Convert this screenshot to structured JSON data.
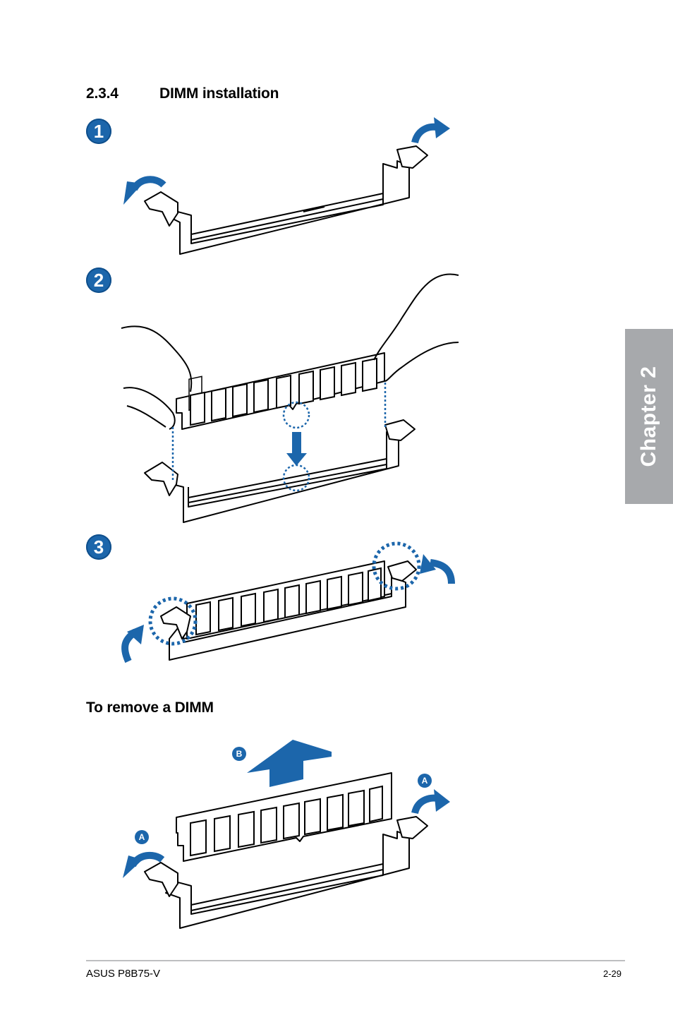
{
  "section": {
    "number": "2.3.4",
    "title": "DIMM installation"
  },
  "steps": [
    "1",
    "2",
    "3"
  ],
  "remove": {
    "title": "To remove a DIMM",
    "badge_b": "B",
    "badge_a": "A"
  },
  "chapter_tab": {
    "label": "Chapter 2"
  },
  "footer": {
    "product": "ASUS P8B75-V",
    "page": "2-29"
  },
  "colors": {
    "accent": "#1c66ab",
    "tab": "#a7a9ac",
    "rule": "#bdbec0"
  }
}
